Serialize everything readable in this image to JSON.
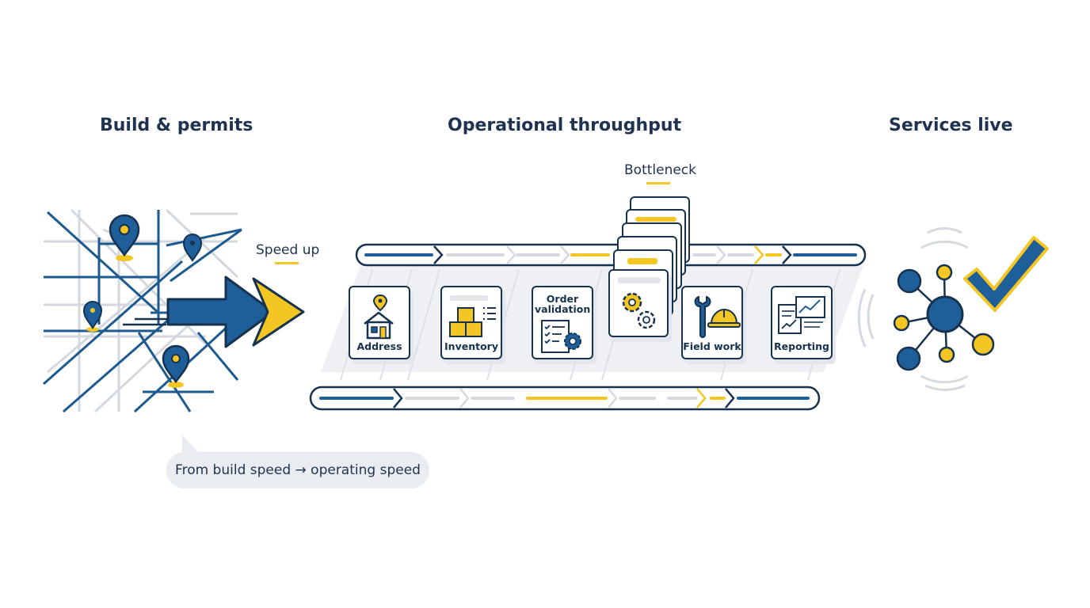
{
  "headings": {
    "build": "Build & permits",
    "throughput": "Operational throughput",
    "services": "Services live"
  },
  "labels": {
    "speed_up": "Speed up",
    "bottleneck": "Bottleneck"
  },
  "stages": [
    {
      "label": "Address",
      "icon": "house-icon"
    },
    {
      "label": "Inventory",
      "icon": "boxes-icon"
    },
    {
      "label": "Order validation",
      "icon": "checklist-gear-icon"
    },
    {
      "label": "",
      "icon": "gears-icon"
    },
    {
      "label": "Field work",
      "icon": "wrench-hardhat-icon"
    },
    {
      "label": "Reporting",
      "icon": "reports-chart-icon"
    }
  ],
  "caption": "From build speed → operating speed",
  "colors": {
    "navy": "#16324f",
    "blue": "#1f5f99",
    "yellow": "#f4c623",
    "gray": "#d5dae0"
  }
}
